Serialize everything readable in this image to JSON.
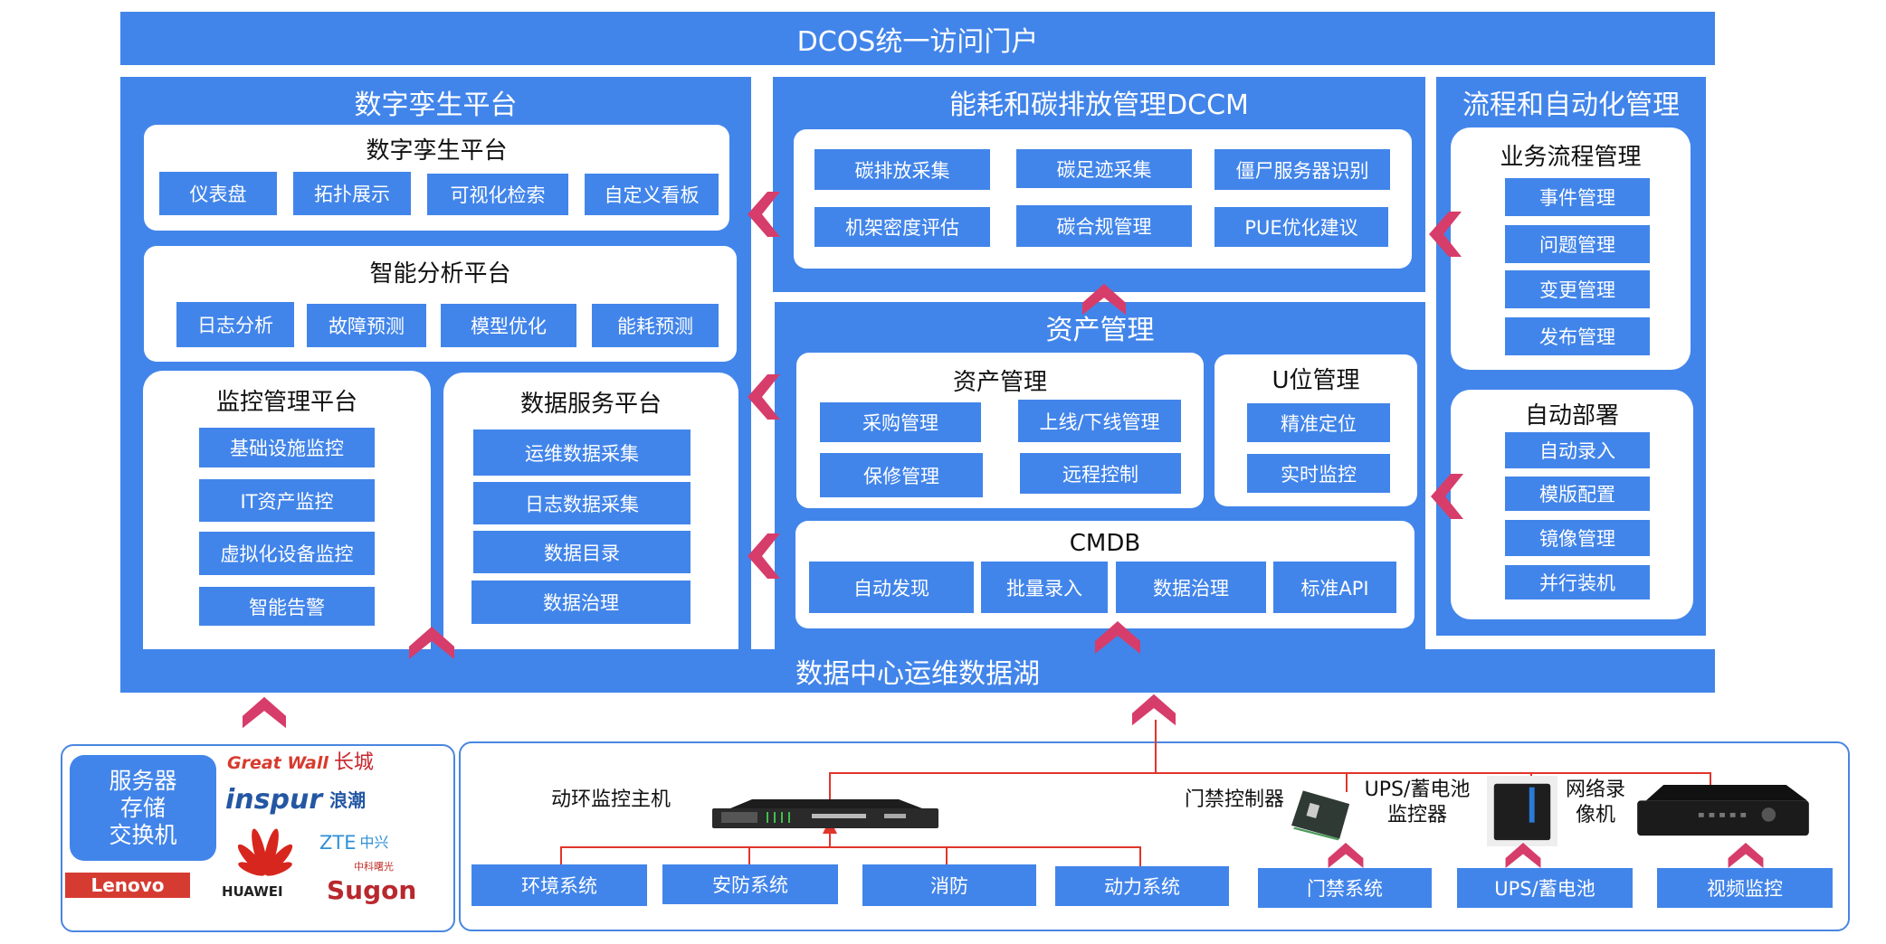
{
  "colors": {
    "primary": "#4285EA",
    "arrow": "#D63D6A",
    "line": "#E0352B",
    "text": "#111111"
  },
  "portal": {
    "title": "DCOS统一访问门户"
  },
  "digital_twin": {
    "title": "数字孪生平台",
    "twin": {
      "title": "数字孪生平台",
      "items": [
        "仪表盘",
        "拓扑展示",
        "可视化检索",
        "自定义看板"
      ]
    },
    "analysis": {
      "title": "智能分析平台",
      "items": [
        "日志分析",
        "故障预测",
        "模型优化",
        "能耗预测"
      ]
    },
    "monitor": {
      "title": "监控管理平台",
      "items": [
        "基础设施监控",
        "IT资产监控",
        "虚拟化设备监控",
        "智能告警"
      ]
    },
    "data_service": {
      "title": "数据服务平台",
      "items": [
        "运维数据采集",
        "日志数据采集",
        "数据目录",
        "数据治理"
      ]
    }
  },
  "dccm": {
    "title": "能耗和碳排放管理DCCM",
    "items": [
      "碳排放采集",
      "碳足迹采集",
      "僵尸服务器识别",
      "机架密度评估",
      "碳合规管理",
      "PUE优化建议"
    ]
  },
  "asset": {
    "title": "资产管理",
    "asset_mgmt": {
      "title": "资产管理",
      "items": [
        "采购管理",
        "上线/下线管理",
        "保修管理",
        "远程控制"
      ]
    },
    "u_position": {
      "title": "U位管理",
      "items": [
        "精准定位",
        "实时监控"
      ]
    },
    "cmdb": {
      "title": "CMDB",
      "items": [
        "自动发现",
        "批量录入",
        "数据治理",
        "标准API"
      ]
    }
  },
  "workflow": {
    "title": "流程和自动化管理",
    "business": {
      "title": "业务流程管理",
      "items": [
        "事件管理",
        "问题管理",
        "变更管理",
        "发布管理"
      ]
    },
    "deploy": {
      "title": "自动部署",
      "items": [
        "自动录入",
        "模版配置",
        "镜像管理",
        "并行装机"
      ]
    }
  },
  "data_lake": {
    "title": "数据中心运维数据湖"
  },
  "hardware": {
    "label": "服务器\n存储\n交换机",
    "label_lines": [
      "服务器",
      "存储",
      "交换机"
    ],
    "vendors": [
      "Great Wall",
      "长城",
      "inspur",
      "浪潮",
      "ZTE",
      "中兴",
      "HUAWEI",
      "中科曙光",
      "Sugon",
      "Lenovo"
    ]
  },
  "facility": {
    "host_label": "动环监控主机",
    "door_controller_label": "门禁控制器",
    "ups_monitor_label_lines": [
      "UPS/蓄电池",
      "监控器"
    ],
    "nvr_label_lines": [
      "网络录",
      "像机"
    ],
    "systems": [
      "环境系统",
      "安防系统",
      "消防",
      "动力系统",
      "门禁系统",
      "UPS/蓄电池",
      "视频监控"
    ]
  }
}
